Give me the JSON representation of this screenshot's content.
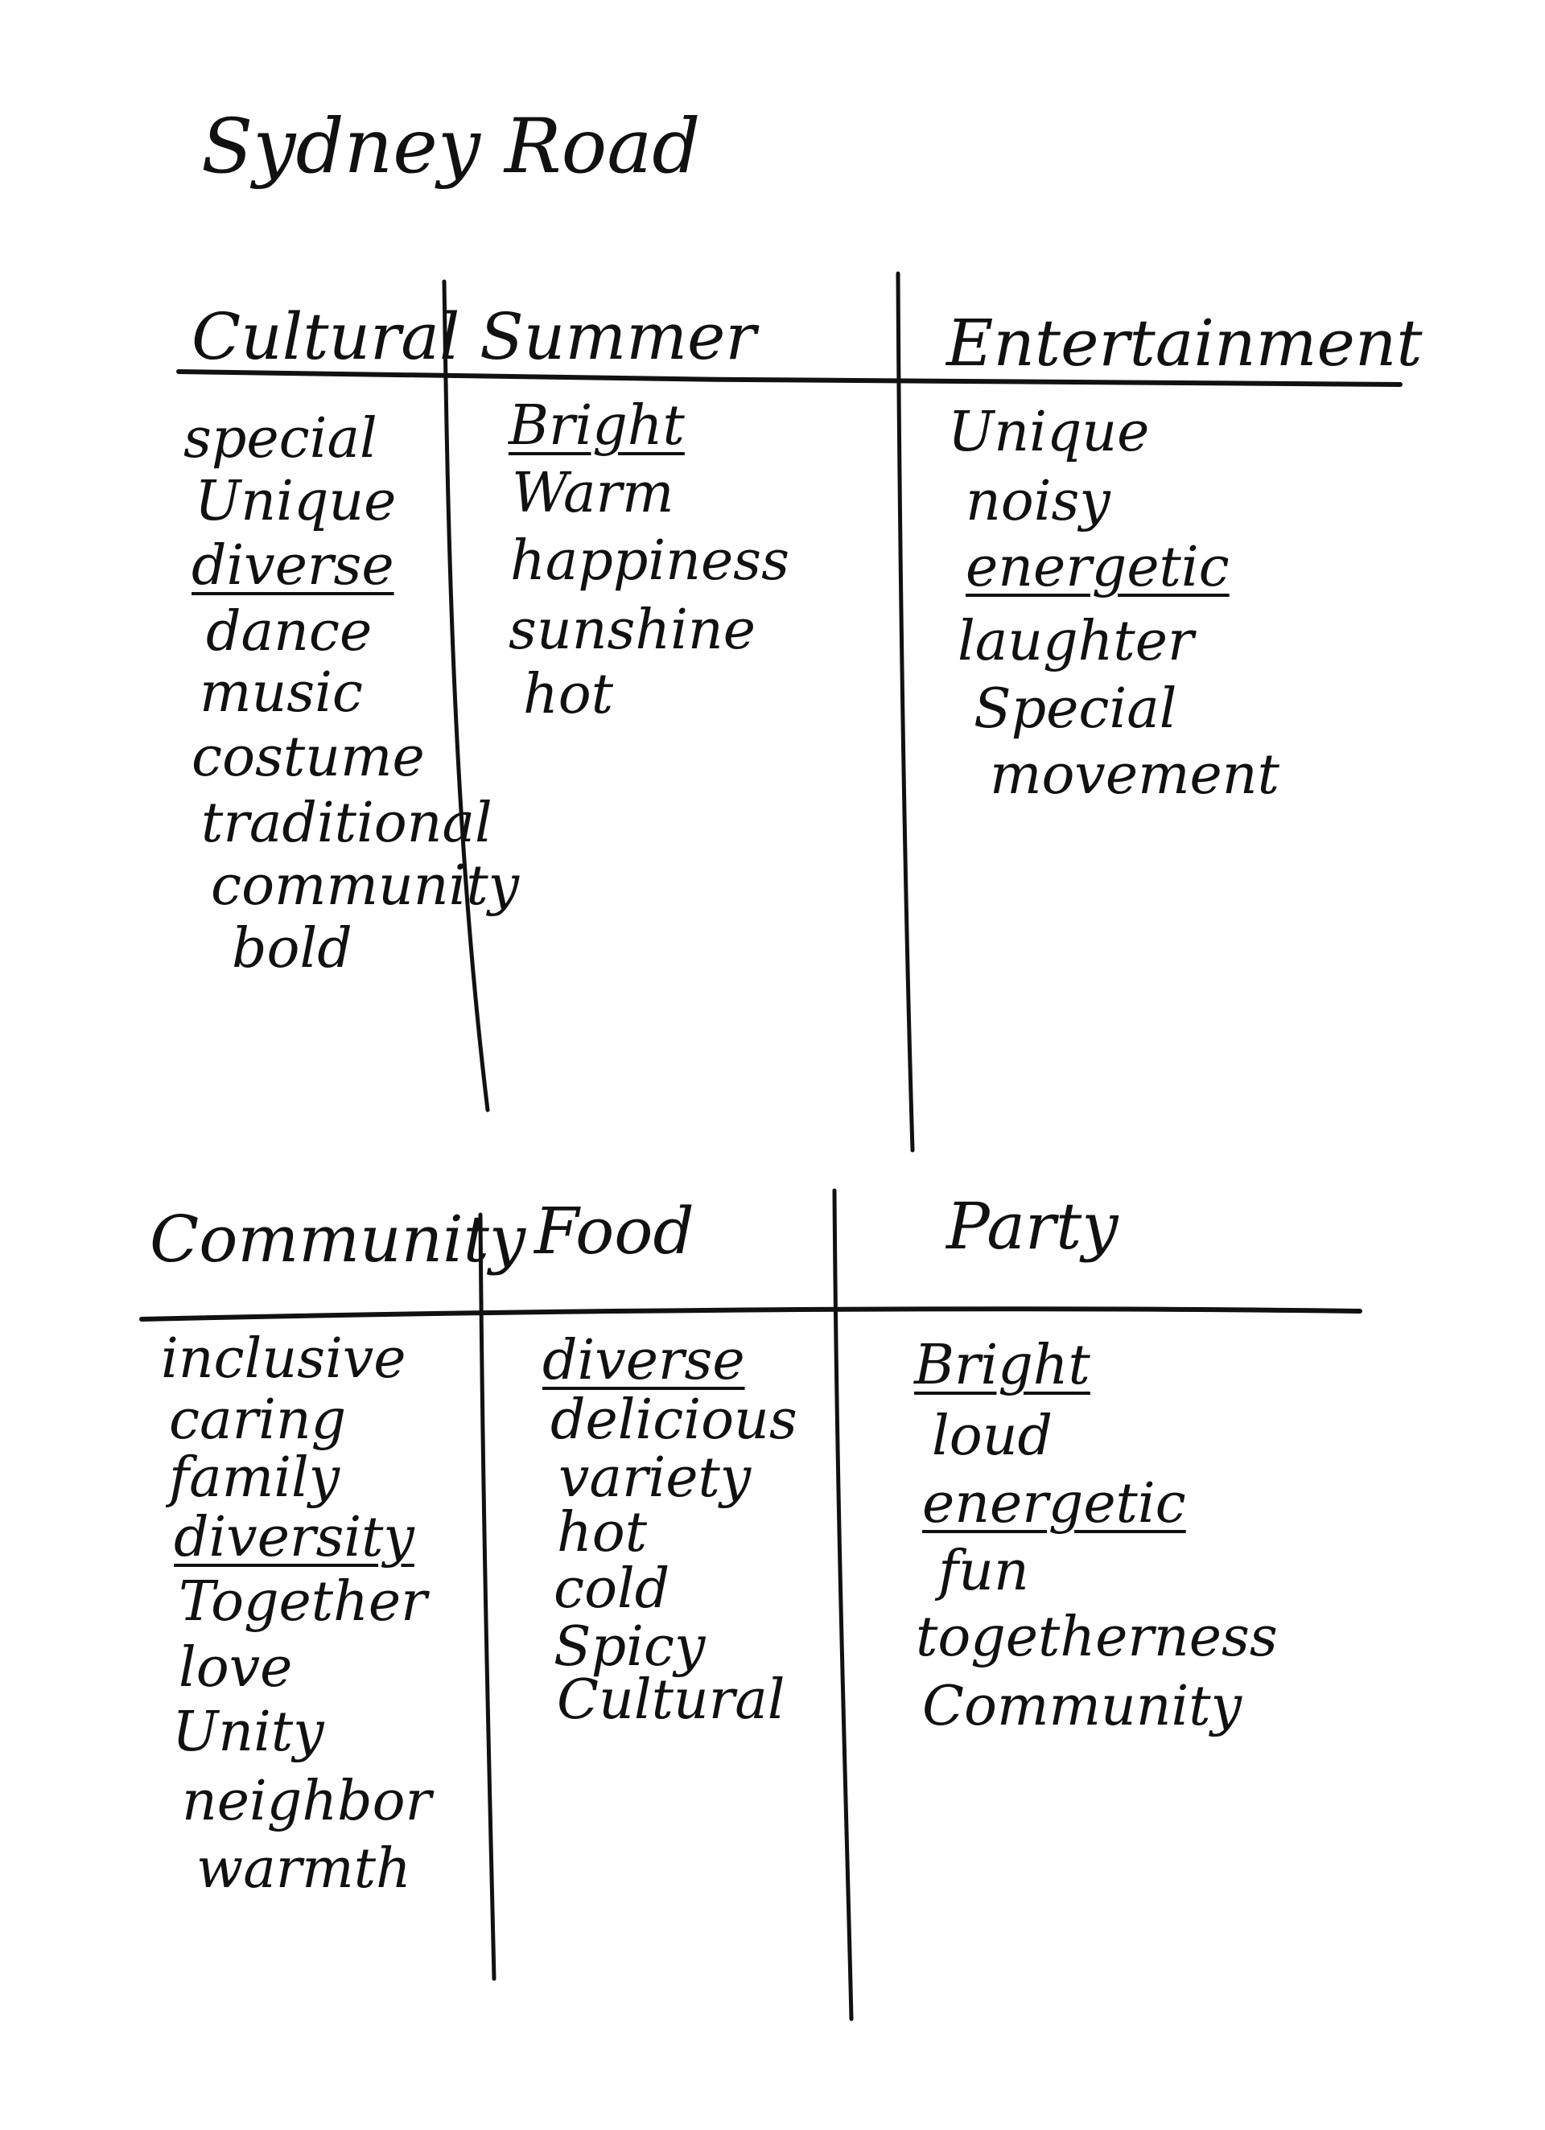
{
  "title": "Sydney Road",
  "sections": [
    {
      "header": "Cultural",
      "words": [
        "special",
        "Unique",
        "diverse",
        "dance",
        "music",
        "costume",
        "traditional",
        "community",
        "bold"
      ]
    },
    {
      "header": "Summer",
      "words": [
        "Bright",
        "Warm",
        "happiness",
        "sunshine",
        "hot"
      ]
    },
    {
      "header": "Entertainment",
      "words": [
        "Unique",
        "noisy",
        "energetic",
        "laughter",
        "Special",
        "movement"
      ]
    },
    {
      "header": "Community",
      "words": [
        "inclusive",
        "caring",
        "family",
        "diversity",
        "Together",
        "love",
        "Unity",
        "neighbor",
        "warmth"
      ]
    },
    {
      "header": "Food",
      "words": [
        "diverse",
        "delicious",
        "variety",
        "hot",
        "cold",
        "Spicy",
        "Cultural"
      ]
    },
    {
      "header": "Party",
      "words": [
        "Bright",
        "loud",
        "energetic",
        "fun",
        "togetherness",
        "Community"
      ]
    }
  ],
  "colors": {
    "ink": "#111111",
    "paper": "#ffffff"
  }
}
